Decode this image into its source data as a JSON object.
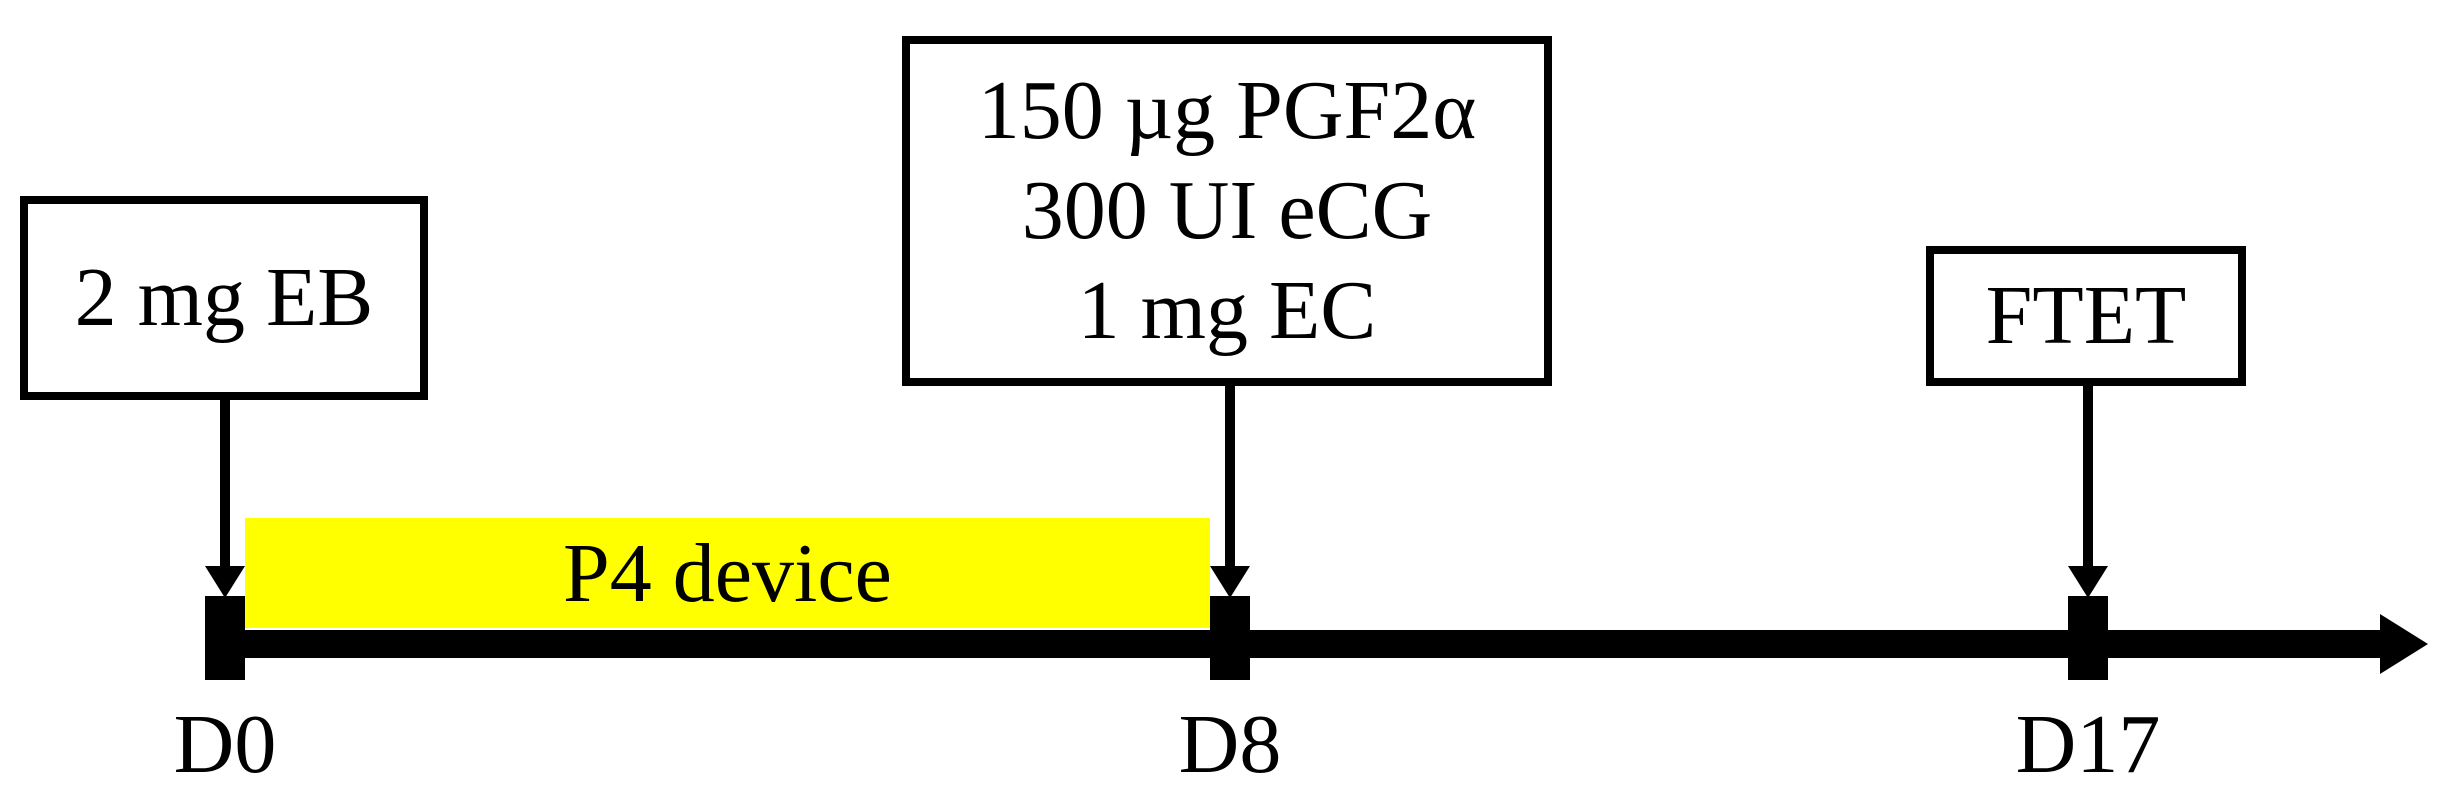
{
  "device": {
    "label": "P4 device",
    "color": "#ffff00"
  },
  "events": [
    {
      "day": "D0",
      "lines": [
        "2 mg EB"
      ]
    },
    {
      "day": "D8",
      "lines": [
        "150 µg PGF2α",
        "300 UI eCG",
        "1 mg EC"
      ]
    },
    {
      "day": "D17",
      "lines": [
        "FTET"
      ]
    }
  ]
}
